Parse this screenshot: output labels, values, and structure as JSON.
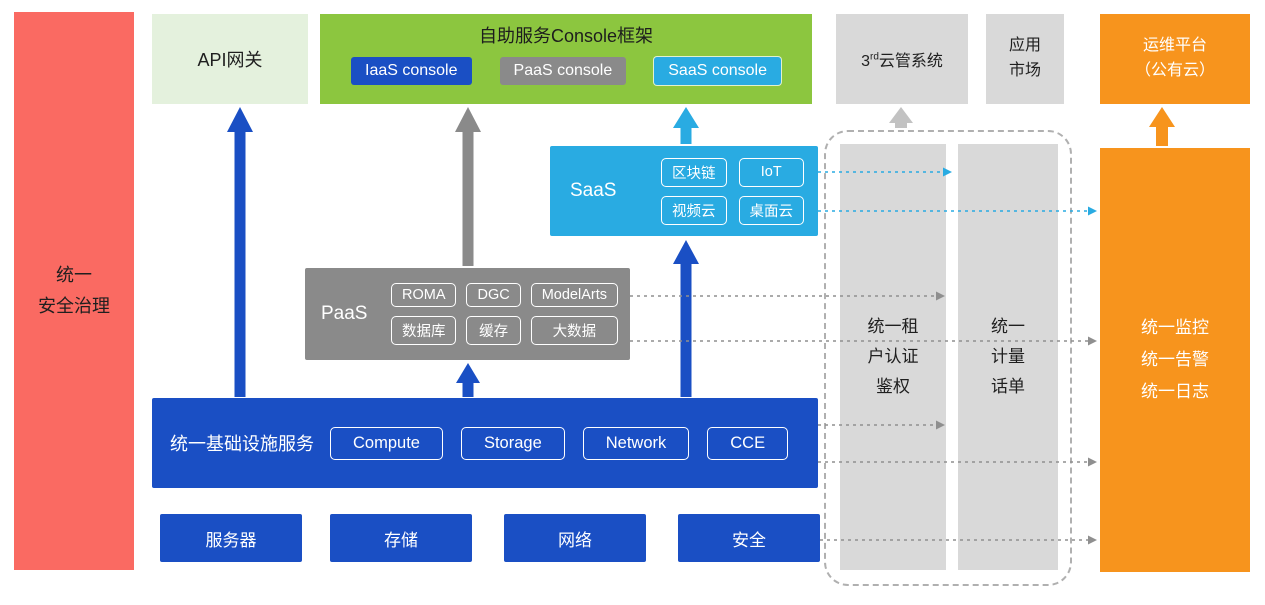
{
  "colors": {
    "red": "#FA6A62",
    "pale_green": "#E4F1DD",
    "green": "#8CC63F",
    "blue": "#1A4FC4",
    "cyan": "#29ABE2",
    "gray": "#8A8A8A",
    "light_gray": "#D9D9D9",
    "orange": "#F7941D"
  },
  "left_bar": {
    "label": "统一\n安全治理"
  },
  "top_row": {
    "api_gateway": "API网关",
    "console": {
      "title": "自助服务Console框架",
      "iaas_button": "IaaS console",
      "paas_button": "PaaS console",
      "saas_button": "SaaS console"
    },
    "third_party": {
      "prefix": "3",
      "sup": "rd",
      "suffix": "云管系统"
    },
    "app_market": "应用\n市场",
    "om_platform": "运维平台\n（公有云）"
  },
  "saas": {
    "label": "SaaS",
    "chips": [
      "区块链",
      "IoT",
      "视频云",
      "桌面云"
    ]
  },
  "paas": {
    "label": "PaaS",
    "chips": [
      "ROMA",
      "DGC",
      "ModelArts",
      "数据库",
      "缓存",
      "大数据"
    ]
  },
  "infra": {
    "label": "统一基础设施服务",
    "chips": [
      "Compute",
      "Storage",
      "Network",
      "CCE"
    ]
  },
  "hardware": {
    "items": [
      "服务器",
      "存储",
      "网络",
      "安全"
    ]
  },
  "right_panel": {
    "auth": "统一租\n户认证\n鉴权",
    "metering": "统一\n计量\n话单",
    "monitor": "统一监控\n统一告警\n统一日志"
  }
}
